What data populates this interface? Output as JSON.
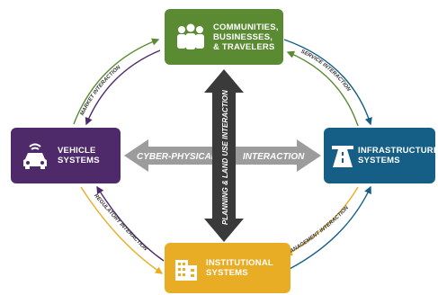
{
  "nodes": {
    "communities": {
      "label": "COMMUNITIES,\nBUSINESSES,\n& TRAVELERS",
      "color": "#5a8a32",
      "icon": "people-icon"
    },
    "vehicle": {
      "label": "VEHICLE\nSYSTEMS",
      "color": "#4f2a6b",
      "icon": "car-icon"
    },
    "infrastructure": {
      "label": "INFRASTRUCTURE\nSYSTEMS",
      "color": "#155e86",
      "icon": "highway-icon"
    },
    "institutional": {
      "label": "INSTITUTIONAL\nSYSTEMS",
      "color": "#e8ad25",
      "icon": "building-icon"
    }
  },
  "arrows": {
    "horizontal_left": "CYBER-PHYSICAL",
    "horizontal_right": "INTERACTION",
    "vertical": "PLANNING & LAND USE INTERACTION"
  },
  "interactions": {
    "top_left": "MARKET INTERACTION",
    "top_right": "SERVICE INTERACTION",
    "bottom_left": "REGULATORY INTERACTION",
    "bottom_right": "MANAGEMENT INTERACTION"
  },
  "colors": {
    "horizontal_arrow": "#9c9c9c",
    "vertical_arrow": "#3a3a3a"
  }
}
